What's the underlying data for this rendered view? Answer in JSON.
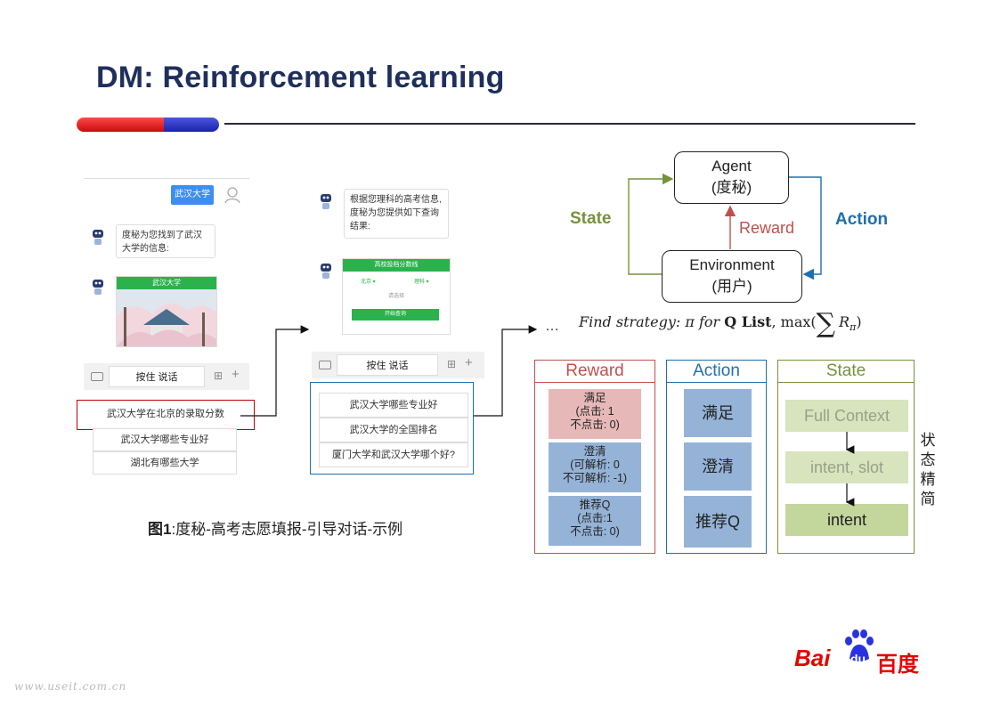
{
  "title": "DM: Reinforcement learning",
  "phone1": {
    "user_query": "武汉大学",
    "bot_msg1": "度秘为您找到了武汉大学的信息:",
    "card_title": "武汉大学",
    "voice_label": "按住 说话",
    "suggestions": [
      "武汉大学在北京的录取分数",
      "武汉大学哪些专业好",
      "湖北有哪些大学"
    ]
  },
  "phone2": {
    "bot_msg": "根据您理科的高考信息,度秘为您提供如下查询结果:",
    "card_header": "高校投档分数线",
    "filter_left": "北京 ▾",
    "filter_right": "理科 ▾",
    "card_hint": "请选择",
    "card_button": "开始查询",
    "voice_label": "按住 说话",
    "suggestions": [
      "武汉大学哪些专业好",
      "武汉大学的全国排名",
      "厦门大学和武汉大学哪个好?"
    ]
  },
  "ellipsis": "…",
  "caption": {
    "bold": "图1",
    "text": ":度秘-高考志愿填报-引导对话-示例"
  },
  "rl": {
    "agent_line1": "Agent",
    "agent_line2": "(度秘)",
    "env_line1": "Environment",
    "env_line2": "(用户)",
    "state_label": "State",
    "action_label": "Action",
    "reward_label": "Reward",
    "formula_prefix": "Find strategy: π for ",
    "formula_bold": "Q List",
    "formula_suffix": ", max(",
    "formula_sum": "∑",
    "formula_r": "R",
    "formula_sub": "π",
    "formula_end": ")"
  },
  "reward_panel": {
    "title": "Reward",
    "cells": [
      {
        "l1": "满足",
        "l2": "(点击: 1",
        "l3": "不点击: 0)"
      },
      {
        "l1": "澄清",
        "l2": "(可解析: 0",
        "l3": "不可解析: -1)"
      },
      {
        "l1": "推荐Q",
        "l2": "(点击:1",
        "l3": "不点击: 0)"
      }
    ]
  },
  "action_panel": {
    "title": "Action",
    "cells": [
      "满足",
      "澄清",
      "推荐Q"
    ]
  },
  "state_panel": {
    "title": "State",
    "cells": [
      "Full Context",
      "intent, slot",
      "intent"
    ]
  },
  "state_side": [
    "状",
    "态",
    "精",
    "简"
  ],
  "logo": {
    "bai": "Bai",
    "du": "du",
    "cn": "百度"
  },
  "watermark": "www.useit.com.cn",
  "colors": {
    "title": "#1f2f5c",
    "state": "#76923c",
    "action": "#1f6fae",
    "reward": "#c0504d",
    "green": "#2bb24c"
  }
}
